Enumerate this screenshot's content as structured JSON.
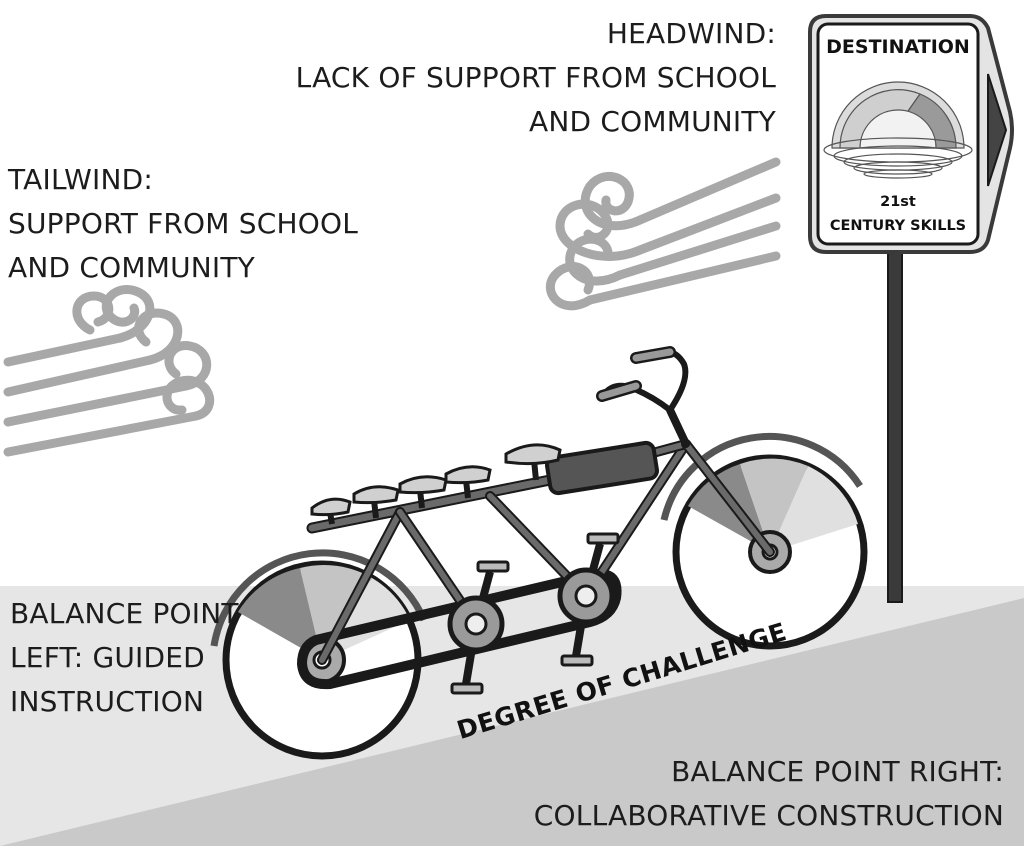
{
  "headwind": {
    "line1": "HEADWIND:",
    "line2": "LACK OF SUPPORT FROM SCHOOL",
    "line3": "AND COMMUNITY"
  },
  "tailwind": {
    "line1": "TAILWIND:",
    "line2": "SUPPORT FROM SCHOOL",
    "line3": "AND COMMUNITY"
  },
  "balance_left": {
    "line1": "BALANCE POINT",
    "line2": "LEFT: GUIDED",
    "line3": "INSTRUCTION"
  },
  "balance_right": {
    "line1": "BALANCE POINT RIGHT:",
    "line2": "COLLABORATIVE CONSTRUCTION"
  },
  "slope_label": "DEGREE OF CHALLENGE",
  "sign": {
    "title": "DESTINATION",
    "subtitle_line1": "21st",
    "subtitle_line2": "CENTURY SKILLS"
  },
  "colors": {
    "ground": "#e6e6e6",
    "slope": "#c9c9c9",
    "wind": "#a8a8a8",
    "bike_frame": "#4a4a4a",
    "outline": "#1a1a1a"
  }
}
